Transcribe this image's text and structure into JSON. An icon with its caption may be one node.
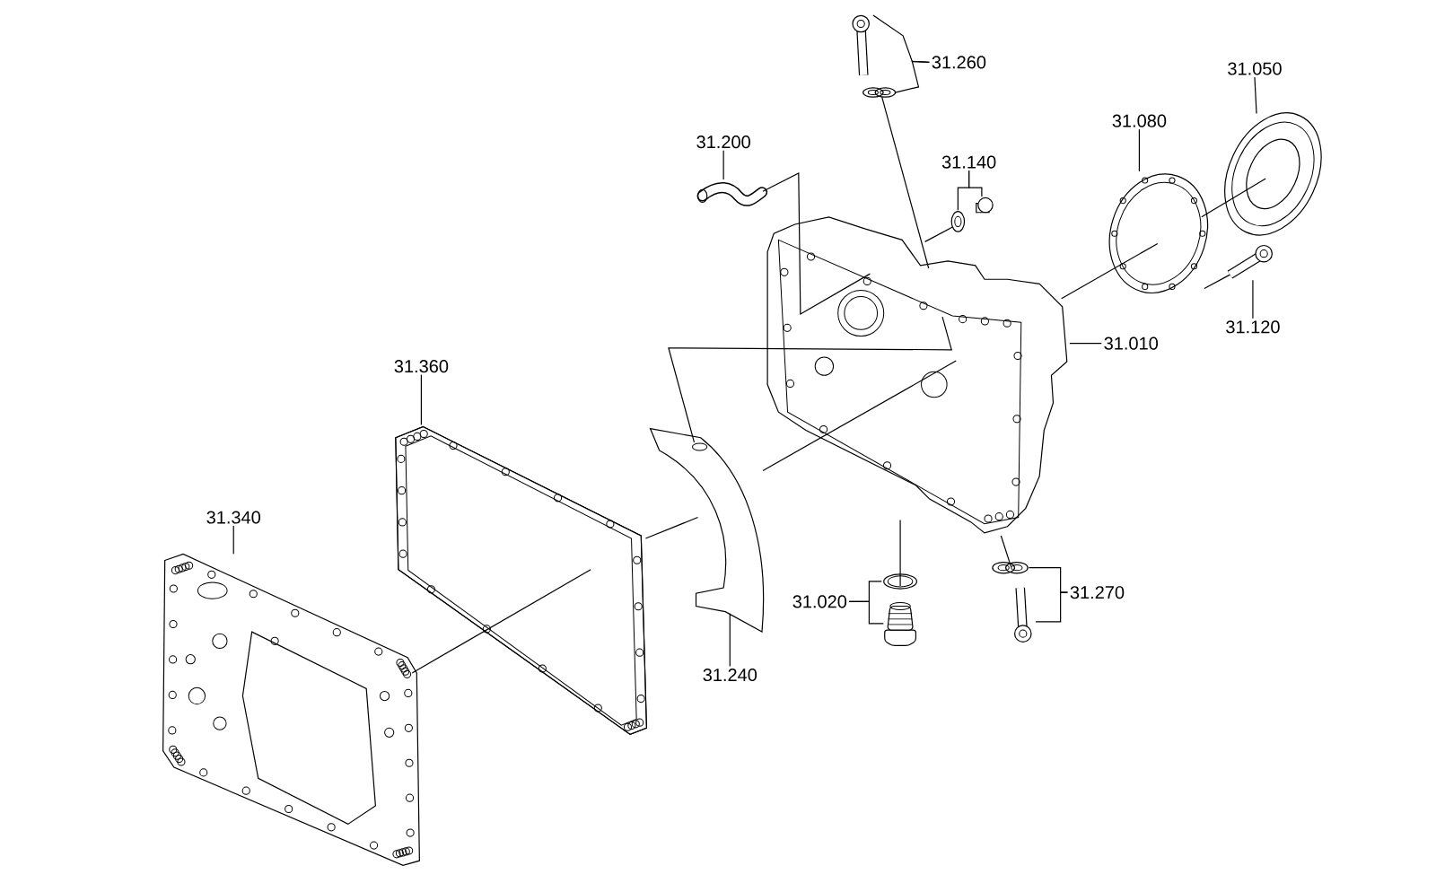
{
  "diagram": {
    "nodes": [
      {
        "text": [
          "31.260"
        ]
      },
      {
        "text": [],
        "shape": "picture"
      },
      {
        "text": [],
        "shape": "picture"
      },
      {
        "text": [
          "31.200"
        ]
      },
      {
        "text": [],
        "shape": "picture"
      },
      {
        "text": [
          "31.140"
        ]
      },
      {
        "text": [],
        "shape": "picture"
      },
      {
        "text": [],
        "shape": "picture"
      },
      {
        "text": [
          "31.080"
        ]
      },
      {
        "text": [],
        "shape": "picture"
      },
      {
        "text": [
          "31.050"
        ]
      },
      {
        "text": [],
        "shape": "picture"
      },
      {
        "text": [
          "31.120"
        ]
      },
      {
        "text": [],
        "shape": "picture"
      },
      {
        "text": [
          "31.010"
        ]
      },
      {
        "text": [],
        "shape": "picture"
      },
      {
        "text": [
          "31.360"
        ]
      },
      {
        "text": [],
        "shape": "picture"
      },
      {
        "text": [
          "31.340"
        ]
      },
      {
        "text": [],
        "shape": "picture"
      },
      {
        "text": [
          "31.240"
        ]
      },
      {
        "text": [],
        "shape": "picture"
      },
      {
        "text": [
          "31.020"
        ]
      },
      {
        "text": [],
        "shape": "picture"
      },
      {
        "text": [],
        "shape": "picture"
      },
      {
        "text": [
          "31.270"
        ]
      },
      {
        "text": [],
        "shape": "picture"
      },
      {
        "text": [],
        "shape": "picture"
      }
    ],
    "edges": [
      {
        "from": 0,
        "to": 1,
        "arrow": "none"
      },
      {
        "from": 0,
        "to": 2,
        "arrow": "none"
      },
      {
        "from": 3,
        "to": 4,
        "arrow": "none"
      },
      {
        "from": 5,
        "to": 6,
        "arrow": "none"
      },
      {
        "from": 5,
        "to": 7,
        "arrow": "none"
      },
      {
        "from": 8,
        "to": 9,
        "arrow": "none"
      },
      {
        "from": 10,
        "to": 11,
        "arrow": "none"
      },
      {
        "from": 12,
        "to": 13,
        "arrow": "none"
      },
      {
        "from": 14,
        "to": 15,
        "arrow": "none"
      },
      {
        "from": 16,
        "to": 17,
        "arrow": "none"
      },
      {
        "from": 18,
        "to": 19,
        "arrow": "none"
      },
      {
        "from": 20,
        "to": 21,
        "arrow": "none"
      },
      {
        "from": 22,
        "to": 23,
        "arrow": "none"
      },
      {
        "from": 22,
        "to": 24,
        "arrow": "none"
      },
      {
        "from": 25,
        "to": 26,
        "arrow": "none"
      },
      {
        "from": 25,
        "to": 27,
        "arrow": "none"
      },
      {
        "from": 2,
        "to": 15,
        "arrow": "none"
      },
      {
        "from": 4,
        "to": 15,
        "arrow": "none"
      },
      {
        "from": 6,
        "to": 15,
        "arrow": "none"
      },
      {
        "from": 9,
        "to": 15,
        "arrow": "none"
      },
      {
        "from": 11,
        "to": 9,
        "arrow": "none"
      },
      {
        "from": 13,
        "to": 9,
        "arrow": "none"
      },
      {
        "from": 21,
        "to": 15,
        "arrow": "none"
      },
      {
        "from": 17,
        "to": 21,
        "arrow": "none"
      },
      {
        "from": 21,
        "to": 15,
        "arrow": "none"
      },
      {
        "from": 19,
        "to": 17,
        "arrow": "none"
      },
      {
        "from": 23,
        "to": 15,
        "arrow": "none"
      },
      {
        "from": 26,
        "to": 15,
        "arrow": "none"
      }
    ]
  }
}
